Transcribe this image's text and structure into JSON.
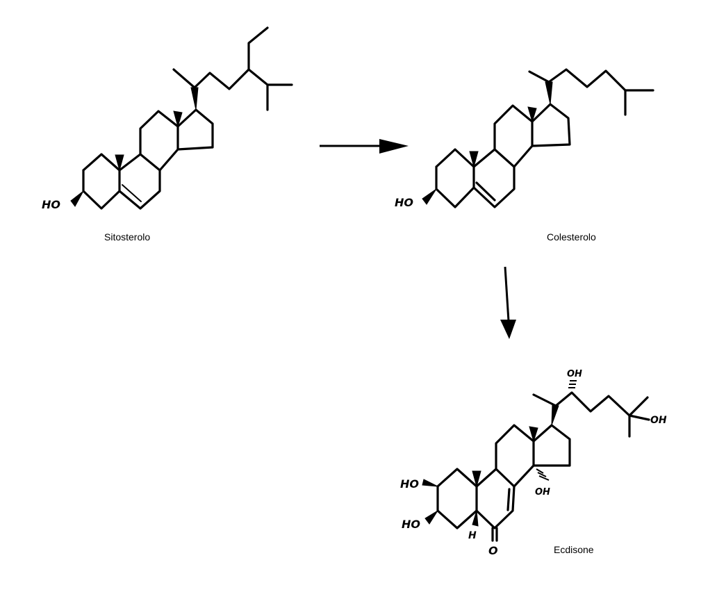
{
  "compounds": [
    {
      "name": "Sitosterolo",
      "hydroxyl": "HO"
    },
    {
      "name": "Colesterolo",
      "hydroxyl": "HO"
    },
    {
      "name": "Ecdisone",
      "labels": {
        "oh_2": "HO",
        "oh_3": "HO",
        "oh_14": "OH",
        "oh_22": "OH",
        "oh_25": "OH",
        "h_5": "H",
        "o_6": "O"
      }
    }
  ],
  "arrows": [
    {
      "from": "Sitosterolo",
      "to": "Colesterolo"
    },
    {
      "from": "Colesterolo",
      "to": "Ecdisone"
    }
  ]
}
